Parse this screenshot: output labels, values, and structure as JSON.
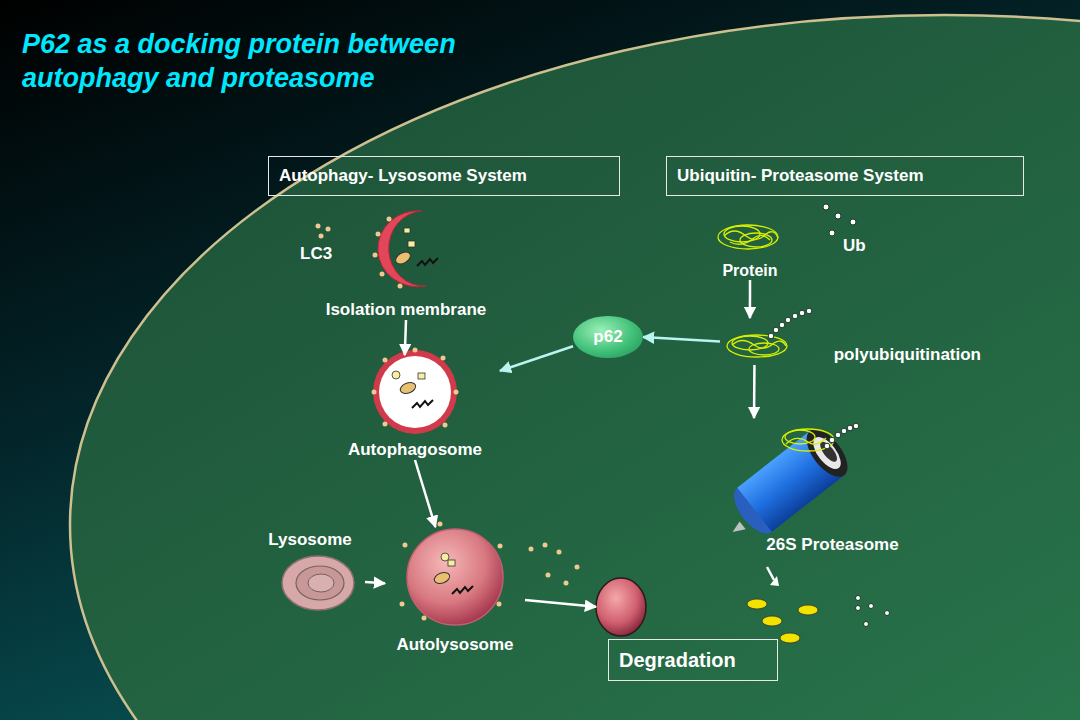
{
  "diagram": {
    "title": "P62 as a docking protein between autophagy and proteasome",
    "nodes": [
      {
        "text": [
          "Autophagy- Lysosome System"
        ]
      },
      {
        "text": [
          "Ubiquitin- Proteasome System"
        ]
      },
      {
        "text": [
          "Isolation membrane"
        ]
      },
      {
        "text": [
          "Protein"
        ]
      },
      {
        "text": [
          "p62"
        ]
      },
      {
        "text": [
          "polyubiquitination"
        ]
      },
      {
        "text": [
          "Autophagosome"
        ]
      },
      {
        "text": [
          "26S Proteasome"
        ]
      },
      {
        "text": [
          "Lysosome"
        ]
      },
      {
        "text": [
          "Autolysosome"
        ]
      },
      {
        "text": [
          "Degradation"
        ]
      }
    ],
    "edges": [
      {
        "from": 3,
        "to": 5,
        "arrow": "to"
      },
      {
        "from": 5,
        "to": 4,
        "arrow": "to"
      },
      {
        "from": 4,
        "to": 6,
        "arrow": "to"
      },
      {
        "from": 2,
        "to": 6,
        "arrow": "to"
      },
      {
        "from": 6,
        "to": 9,
        "arrow": "to"
      },
      {
        "from": 8,
        "to": 9,
        "arrow": "to"
      },
      {
        "from": 9,
        "to": 10,
        "arrow": "to"
      },
      {
        "from": 5,
        "to": 7,
        "arrow": "to"
      }
    ],
    "labels": [
      "LC3",
      "Ub"
    ]
  }
}
